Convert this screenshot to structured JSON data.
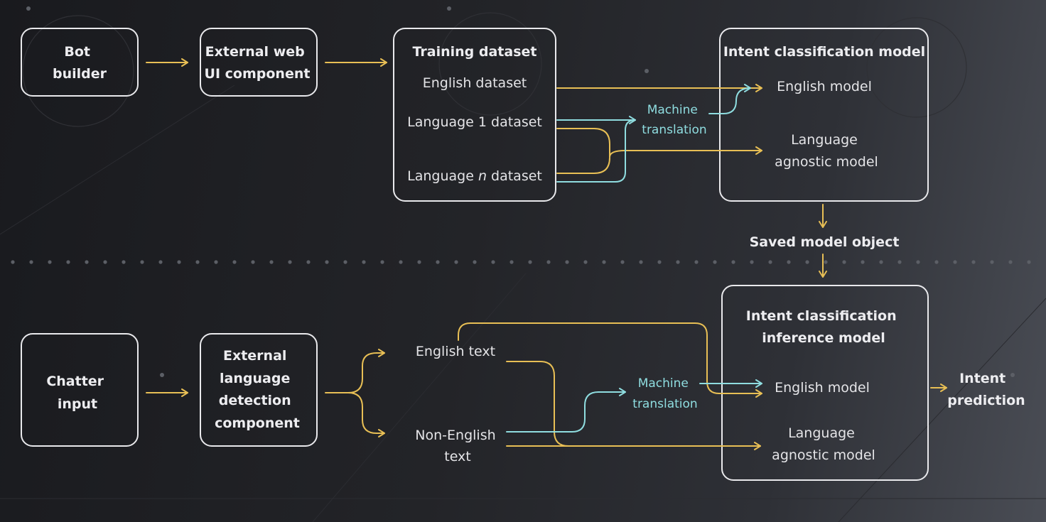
{
  "training": {
    "bot_builder": [
      "Bot",
      "builder"
    ],
    "external_web_ui": [
      "External web",
      "UI component"
    ],
    "training_dataset": {
      "title": "Training dataset",
      "english": "English dataset",
      "language1": "Language 1 dataset",
      "languagen_prefix": "Language ",
      "languagen_var": "n",
      "languagen_suffix": " dataset"
    },
    "machine_translation": [
      "Machine",
      "translation"
    ],
    "intent_model": {
      "title": "Intent classification model",
      "english_model": "English model",
      "agnostic_model": [
        "Language",
        "agnostic model"
      ]
    },
    "saved_model": "Saved model object"
  },
  "inference": {
    "chatter_input": [
      "Chatter",
      "input"
    ],
    "language_detection": [
      "External",
      "language",
      "detection",
      "component"
    ],
    "english_text": "English text",
    "non_english_text": [
      "Non-English",
      "text"
    ],
    "machine_translation": [
      "Machine",
      "translation"
    ],
    "inference_model": {
      "title": [
        "Intent classification",
        "inference model"
      ],
      "english_model": "English model",
      "agnostic_model": [
        "Language",
        "agnostic model"
      ]
    },
    "intent_prediction": [
      "Intent",
      "prediction"
    ]
  },
  "colors": {
    "background_dark": "#191a1e",
    "background_light": "#4a4d55",
    "box_stroke": "#e9e9ec",
    "flow_arrow": "#e8bf55",
    "translation_arrow": "#8fdde0"
  }
}
